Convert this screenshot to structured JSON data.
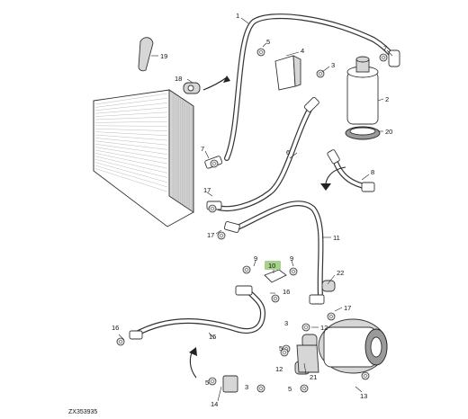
{
  "diagram_code": "ZX353935",
  "highlight_color": "#a9d18e",
  "callouts": {
    "c1": "1",
    "c2": "2",
    "c3": "3",
    "c4": "4",
    "c5": "5",
    "c6": "6",
    "c7": "7",
    "c8": "8",
    "c9": "9",
    "c10": "10",
    "c11": "11",
    "c12": "12",
    "c13": "13",
    "c14": "14",
    "c15": "15",
    "c16": "16",
    "c17": "17",
    "c18": "18",
    "c19": "19",
    "c20": "20",
    "c21": "21",
    "c22": "22"
  }
}
